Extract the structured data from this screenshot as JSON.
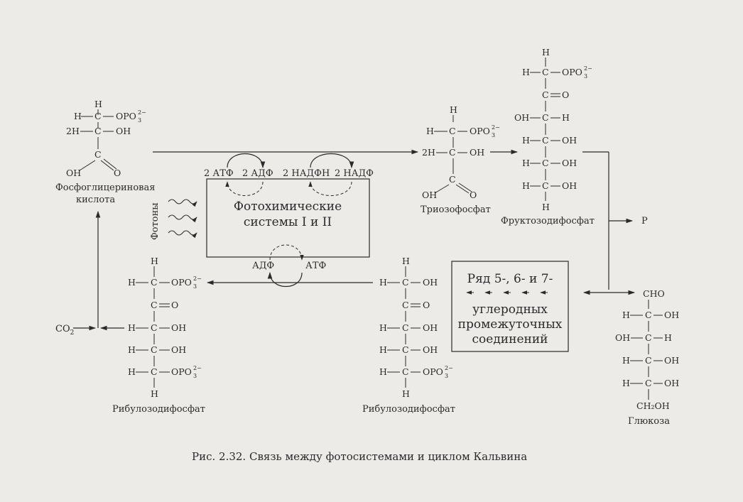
{
  "caption": "Рис. 2.32. Связь между фотосистемами и циклом Кальвина",
  "center_box": {
    "line1": "Фотохимические",
    "line2": "системы I и II"
  },
  "photons_label": "Фотоны",
  "cofactors_top": [
    "2 АТФ",
    "2 АДФ",
    "2 НАДФН",
    "2 НАДФ"
  ],
  "cofactors_bottom": [
    "АДФ",
    "АТФ"
  ],
  "intermediates_box": {
    "line1": "Ряд 5-, 6- и 7-",
    "line2": "углеродных",
    "line3": "промежуточных",
    "line4": "соединений"
  },
  "p_label": "P",
  "co2": {
    "base": "CO",
    "sub": "2"
  },
  "names": {
    "pga": [
      "Фосфоглицериновая",
      "кислота"
    ],
    "triose": "Триозофосфат",
    "fructose": "Фруктозодифосфат",
    "rubp_left": "Рибулозодифосфат",
    "rubp_right": "Рибулозодифосфат",
    "glucose": "Глюкоза"
  },
  "atoms": {
    "H": "H",
    "C": "C",
    "O": "O",
    "OH": "OH",
    "HO_rev": "OH",
    "H2": "2H",
    "OPO3": "OPO",
    "opo_sub": "3",
    "opo_sup": "2−",
    "CHO": "CHO",
    "CH2OH": "CH₂OH"
  },
  "colors": {
    "background": "#ecebe7",
    "ink": "#2a2a2a"
  }
}
